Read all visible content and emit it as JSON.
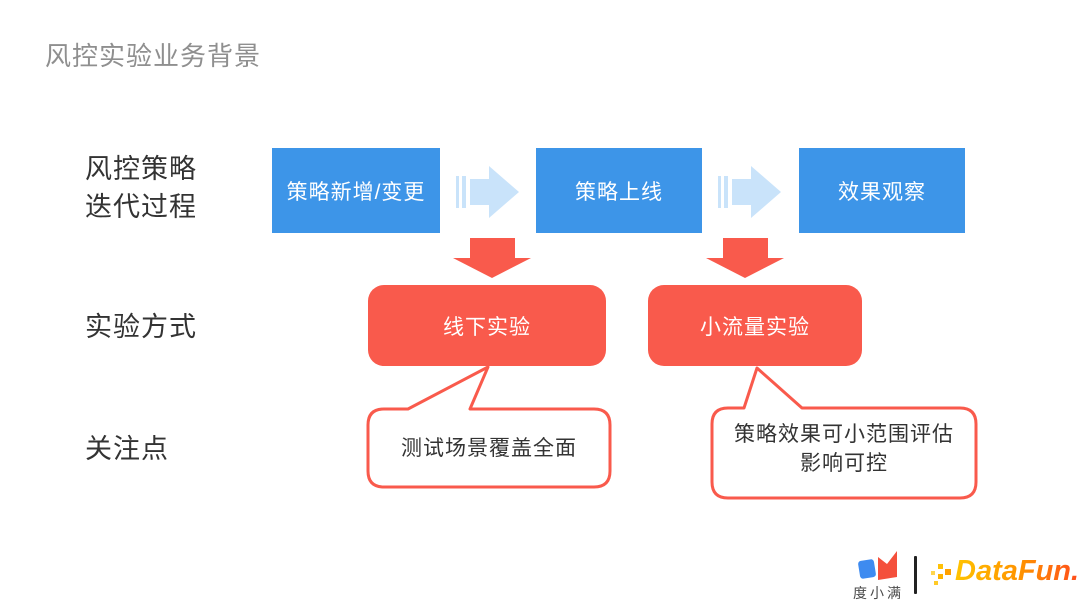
{
  "title": "风控实验业务背景",
  "row_labels": {
    "process_line1": "风控策略",
    "process_line2": "迭代过程",
    "method": "实验方式",
    "focus": "关注点"
  },
  "process_steps": [
    {
      "label": "策略新增/变更"
    },
    {
      "label": "策略上线"
    },
    {
      "label": "效果观察"
    }
  ],
  "methods": [
    {
      "label": "线下实验"
    },
    {
      "label": "小流量实验"
    }
  ],
  "callouts": [
    {
      "line1": "测试场景覆盖全面",
      "line2": ""
    },
    {
      "line1": "策略效果可小范围评估",
      "line2": "影响可控"
    }
  ],
  "footer": {
    "company": "度小满",
    "brand": "DataFun."
  },
  "icons": {
    "flow_arrow": "striped-right-arrow",
    "down_arrow": "solid-down-arrow",
    "company_logo": "duxiaoman-book-mark",
    "brand_spark": "datafun-pixel-spark"
  },
  "colors": {
    "step_blue": "#3D95E8",
    "flow_arrow_light_blue": "#C9E3FA",
    "accent_red": "#F95A4C",
    "title_gray": "#8F8F8F",
    "text_dark": "#333333",
    "datafun_orange": "#FF9000",
    "duxiaoman_blue": "#3E8BF0",
    "duxiaoman_red": "#F4503C"
  }
}
